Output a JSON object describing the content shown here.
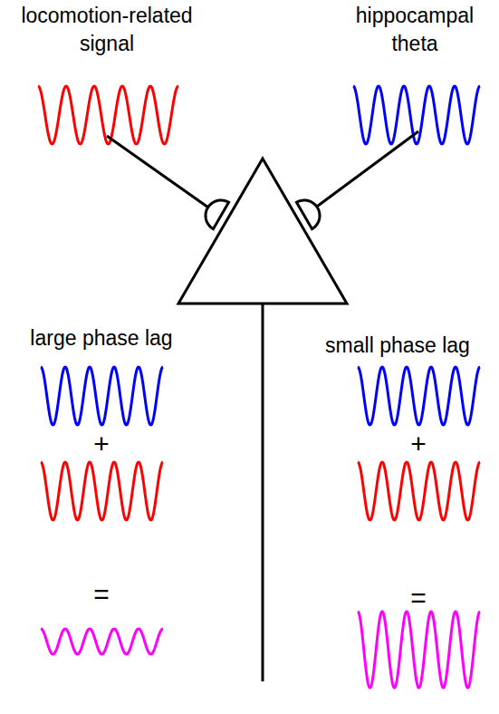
{
  "diagram": {
    "labels": [
      "locomotion-related signal",
      "hippocampal theta",
      "large phase lag",
      "small phase lag",
      "+",
      "=",
      "+",
      "="
    ]
  }
}
